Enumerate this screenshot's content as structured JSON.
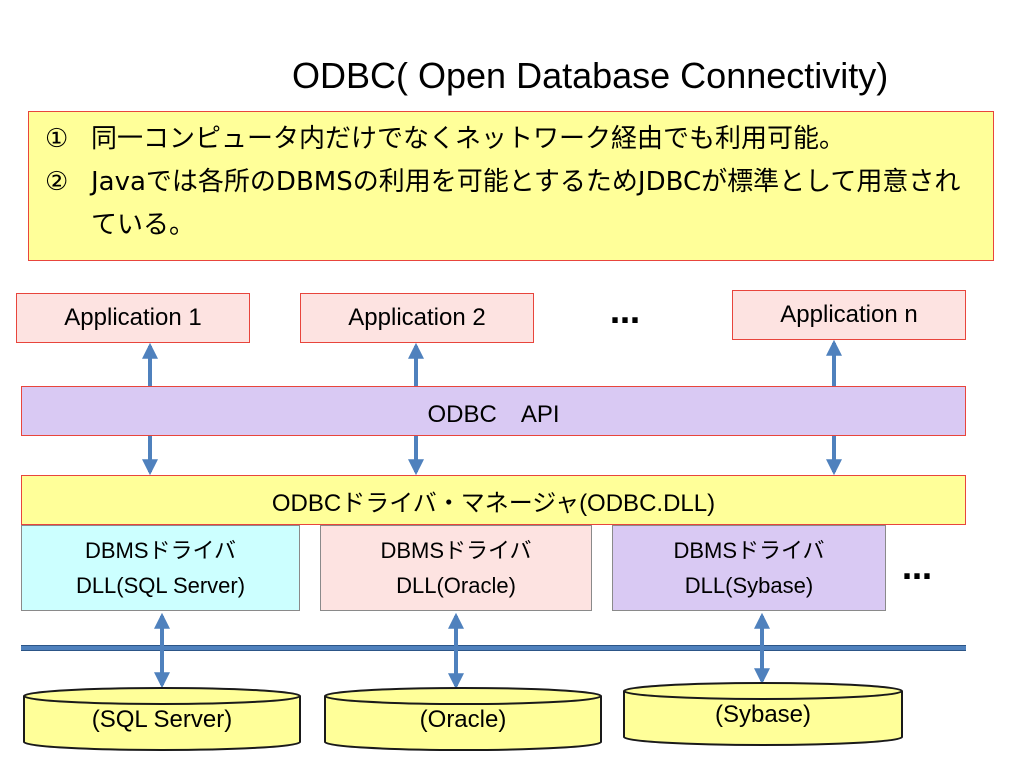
{
  "title": "ODBC( Open Database Connectivity)",
  "notes": [
    {
      "num": "①",
      "text": "同一コンピュータ内だけでなくネットワーク経由でも利用可能。"
    },
    {
      "num": "②",
      "text": "Javaでは各所のDBMSの利用を可能とするためJDBCが標準として用意されている。"
    }
  ],
  "applications": [
    "Application 1",
    "Application 2",
    "Application n"
  ],
  "ellipsis": "…",
  "api": "ODBC　API",
  "driver_manager": "ODBCドライバ・マネージャ(ODBC.DLL)",
  "drivers": [
    {
      "line1": "DBMSドライバ",
      "line2": "DLL(SQL Server)"
    },
    {
      "line1": "DBMSドライバ",
      "line2": "DLL(Oracle)"
    },
    {
      "line1": "DBMSドライバ",
      "line2": "DLL(Sybase)"
    }
  ],
  "databases": [
    "(SQL Server)",
    "(Oracle)",
    "(Sybase)"
  ],
  "colors": {
    "arrow": "#4f81bd",
    "border_red": "#e8453c",
    "yellow": "#ffff99",
    "pink": "#fde3e1",
    "lavender": "#d9c9f3",
    "cyan": "#ccffff"
  }
}
